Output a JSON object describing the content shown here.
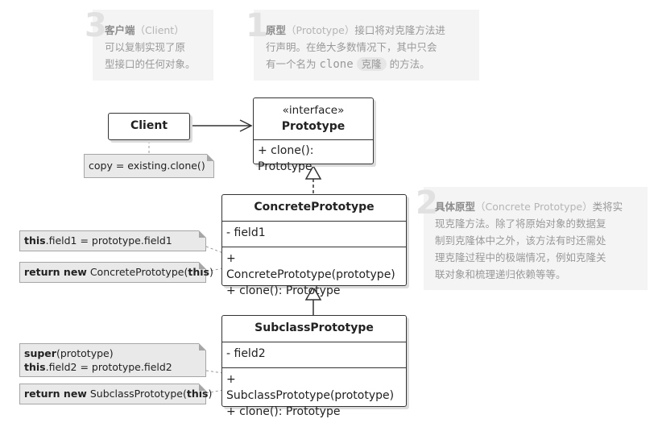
{
  "annotations": {
    "client": {
      "num": "3",
      "title": "客户端",
      "paren": "（Client）",
      "line1": "可以复制实现了原",
      "line2": "型接口的任何对象。"
    },
    "prototype": {
      "num": "1",
      "title": "原型",
      "paren": "（Prototype）",
      "line1_rest": "接口将对克隆方法进",
      "line2": "行声明。在绝大多数情况下，其中只会",
      "line3_a": "有一个名为",
      "code": "clone",
      "pill": "克隆",
      "line3_b": "的方法。"
    },
    "concrete": {
      "num": "2",
      "title": "具体原型",
      "paren": "（Concrete Prototype）",
      "line1_rest": "类将实",
      "line2": "现克隆方法。除了将原始对象的数据复",
      "line3": "制到克隆体中之外，该方法有时还需处",
      "line4": "理克隆过程中的极端情况，例如克隆关",
      "line5": "联对象和梳理递归依赖等等。"
    }
  },
  "classes": {
    "client": {
      "name": "Client"
    },
    "prototype": {
      "stereotype": "«interface»",
      "name": "Prototype",
      "methods": [
        "+ clone(): Prototype"
      ]
    },
    "concrete": {
      "name": "ConcretePrototype",
      "fields": [
        "- field1"
      ],
      "methods": [
        "+ ConcretePrototype(prototype)",
        "+ clone(): Prototype"
      ]
    },
    "subclass": {
      "name": "SubclassPrototype",
      "fields": [
        "- field2"
      ],
      "methods": [
        "+ SubclassPrototype(prototype)",
        "+ clone(): Prototype"
      ]
    }
  },
  "notes": {
    "client_note": "copy = existing.clone()",
    "field1_kw": "this",
    "field1_rest": ".field1 = prototype.field1",
    "return1_kw": "return new",
    "return1_mid": " ConcretePrototype(",
    "return1_kw2": "this",
    "return1_end": ")",
    "super_kw": "super",
    "super_rest": "(prototype)",
    "field2_kw": "this",
    "field2_rest": ".field2 = prototype.field2",
    "return2_kw": "return new",
    "return2_mid": " SubclassPrototype(",
    "return2_kw2": "this",
    "return2_end": ")"
  }
}
